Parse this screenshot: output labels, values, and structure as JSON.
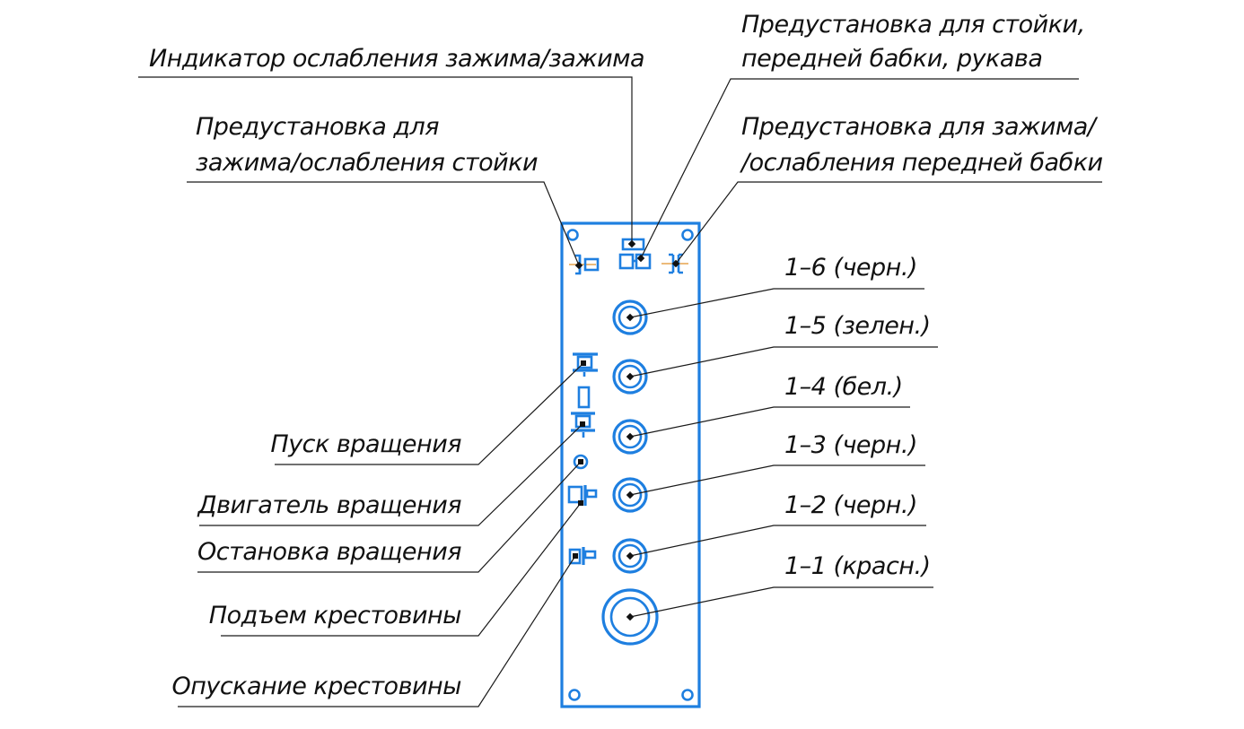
{
  "colors": {
    "panel_outline": "#1e7fe0",
    "leader_lines": "#1a1a1a",
    "text": "#111111",
    "center_axis": "#e0902a",
    "background": "#ffffff"
  },
  "panel": {
    "mounting_holes": 4,
    "jacks_count": 6
  },
  "top_labels": {
    "clamp_indicator": "Индикатор ослабления зажима/зажима",
    "preset_column_headstock_sleeve": [
      "Предустановка для стойки,",
      "передней бабки, рукава"
    ],
    "preset_column_clamp": [
      "Предустановка для",
      "зажима/ослабления стойки"
    ],
    "preset_headstock_clamp": [
      "Предустановка для зажима/",
      "/ослабления передней бабки"
    ]
  },
  "left_labels": [
    {
      "id": "start-rotation",
      "text": "Пуск вращения"
    },
    {
      "id": "rotation-motor",
      "text": "Двигатель вращения"
    },
    {
      "id": "stop-rotation",
      "text": "Остановка вращения"
    },
    {
      "id": "raise-crosspiece",
      "text": "Подъем крестовины"
    },
    {
      "id": "lower-crosspiece",
      "text": "Опускание крестовины"
    }
  ],
  "right_labels": [
    {
      "id": "jack-1-6",
      "text": "1–6 (черн.)"
    },
    {
      "id": "jack-1-5",
      "text": "1–5 (зелен.)"
    },
    {
      "id": "jack-1-4",
      "text": "1–4 (бел.)"
    },
    {
      "id": "jack-1-3",
      "text": "1–3 (черн.)"
    },
    {
      "id": "jack-1-2",
      "text": "1–2 (черн.)"
    },
    {
      "id": "jack-1-1",
      "text": "1–1 (красн.)"
    }
  ]
}
